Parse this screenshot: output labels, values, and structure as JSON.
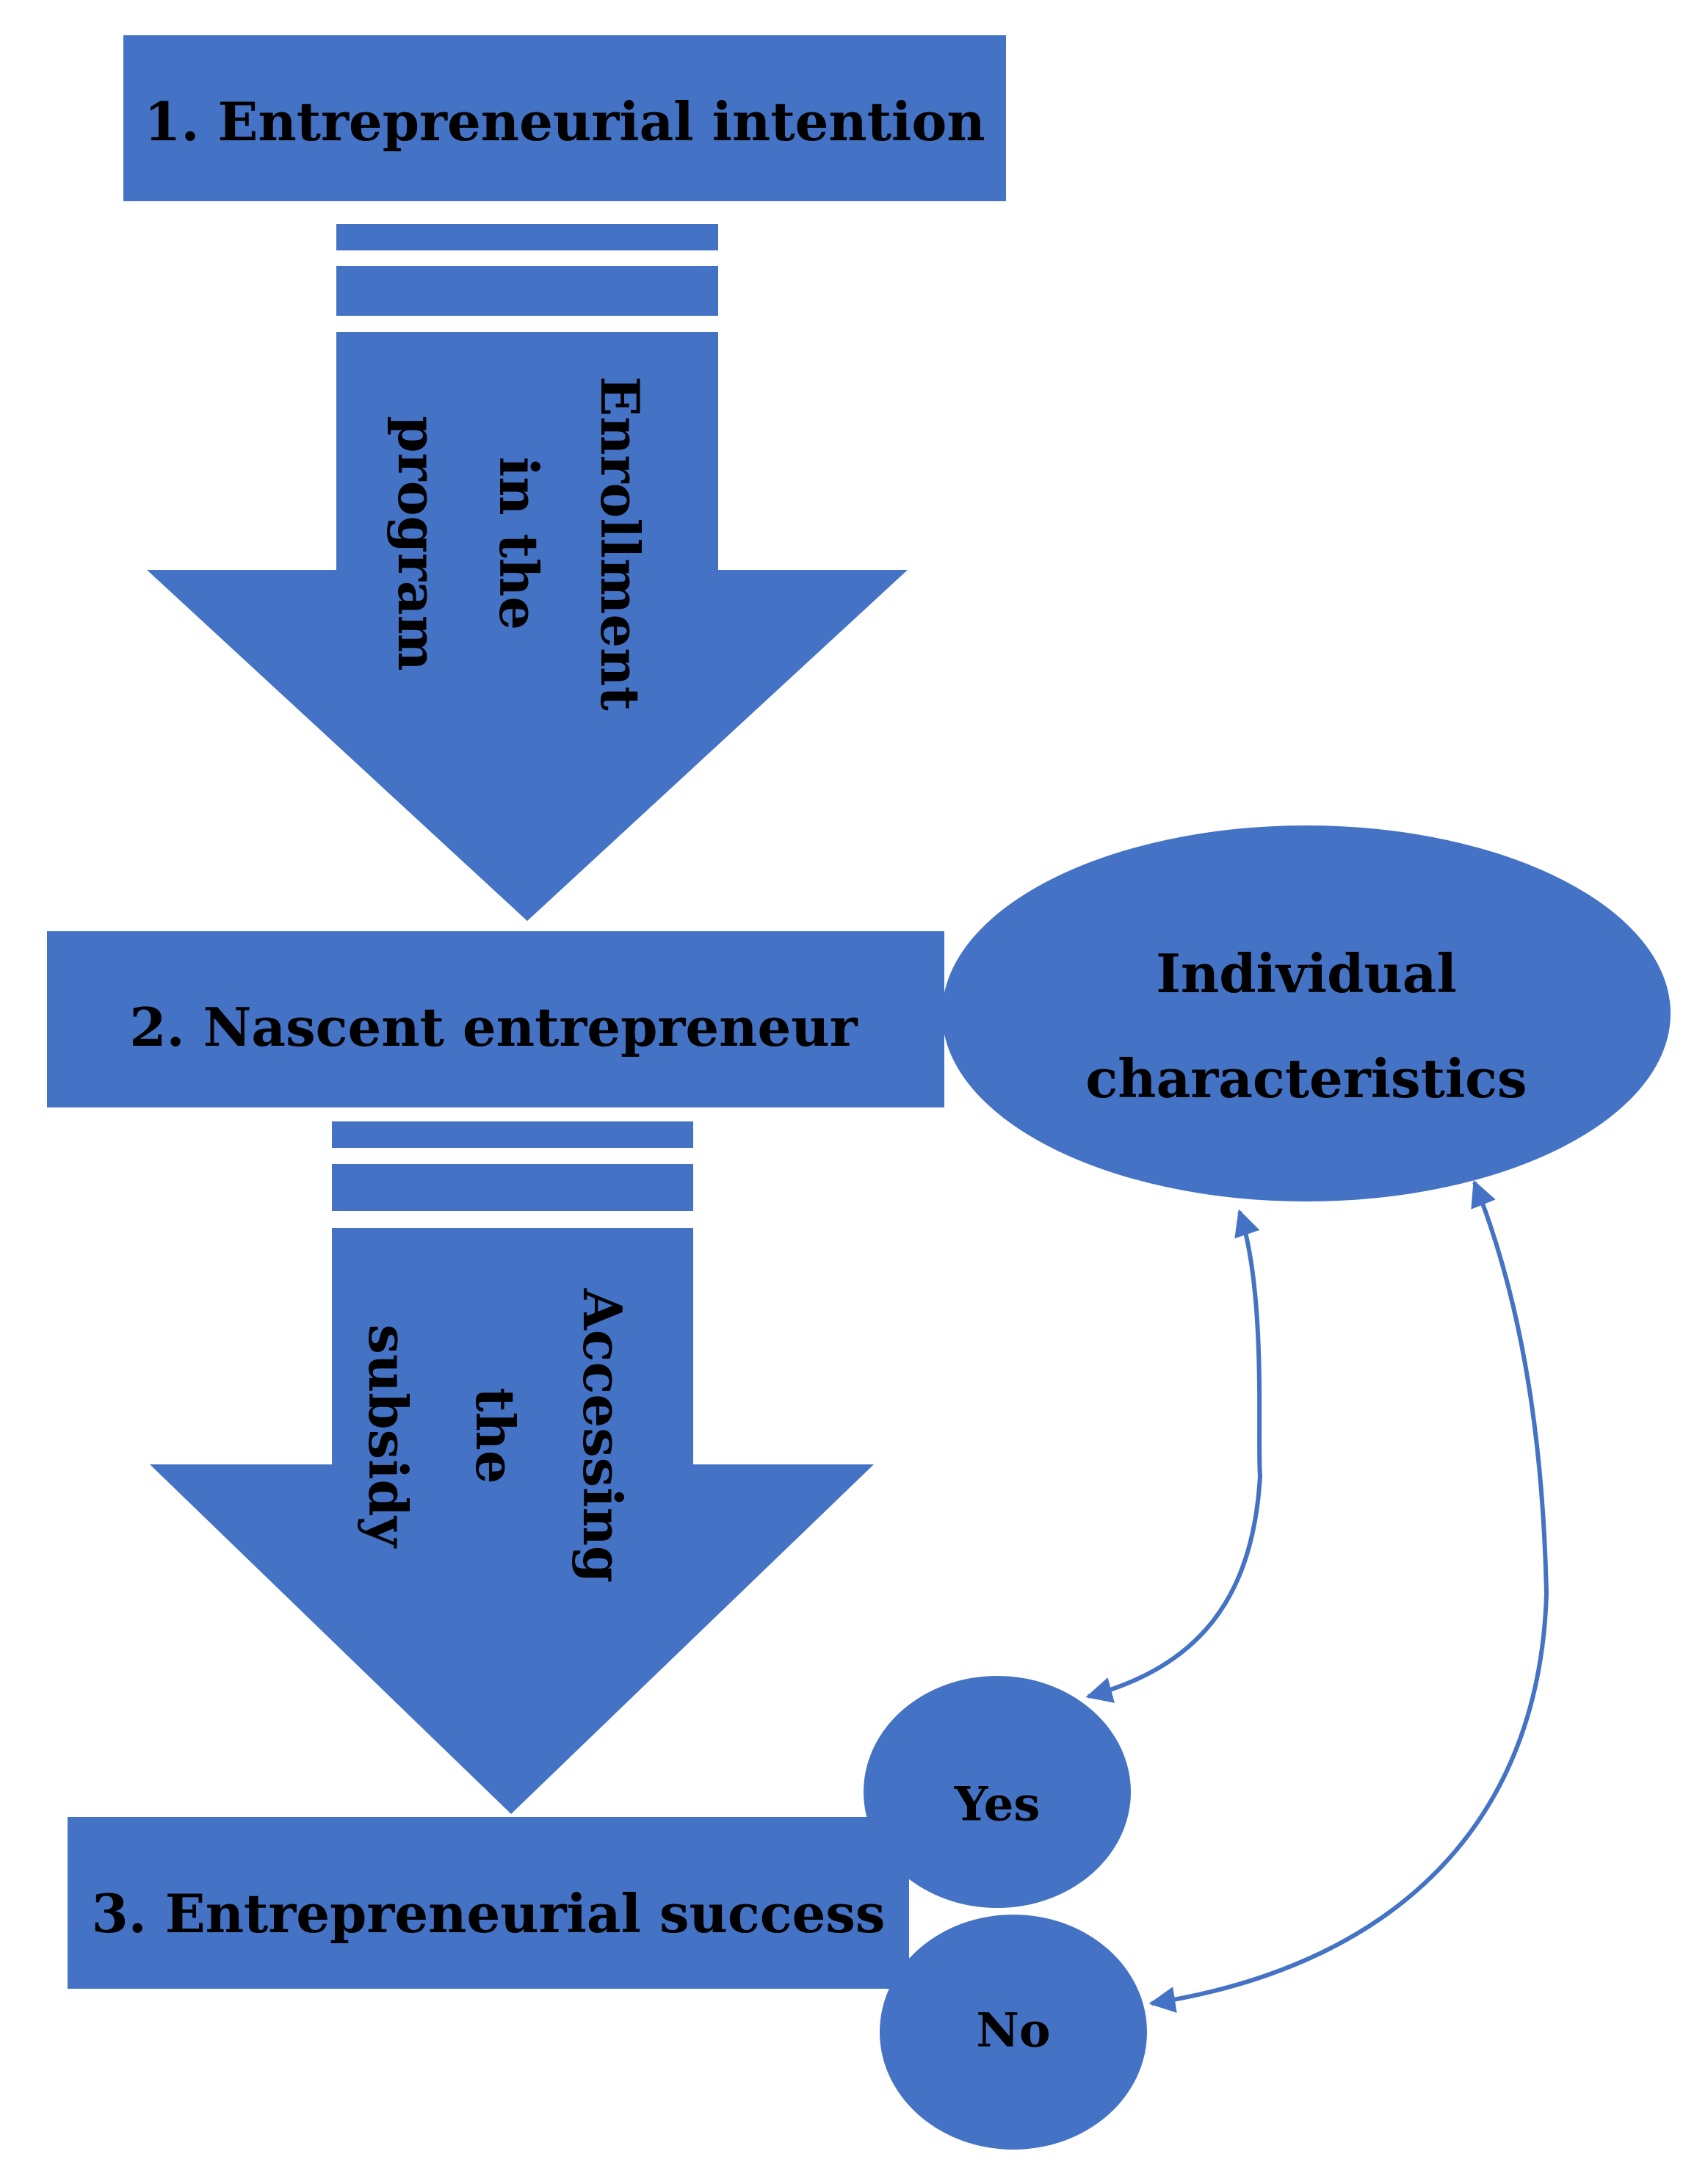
{
  "stages": [
    {
      "label": "1. Entrepreneurial intention"
    },
    {
      "label": "2. Nascent entrepreneur"
    },
    {
      "label": "3. Entrepreneurial success"
    }
  ],
  "transitions": [
    {
      "lines": [
        "Enrollment",
        "in the",
        "program"
      ]
    },
    {
      "lines": [
        "Accessing",
        "the",
        "subsidy"
      ]
    }
  ],
  "factor": {
    "lines": [
      "Individual",
      "characteristics"
    ]
  },
  "outcomes": [
    {
      "label": "Yes"
    },
    {
      "label": "No"
    }
  ],
  "colors": {
    "shape_fill": "#4472c4",
    "text": "#000000",
    "background": "#ffffff"
  }
}
